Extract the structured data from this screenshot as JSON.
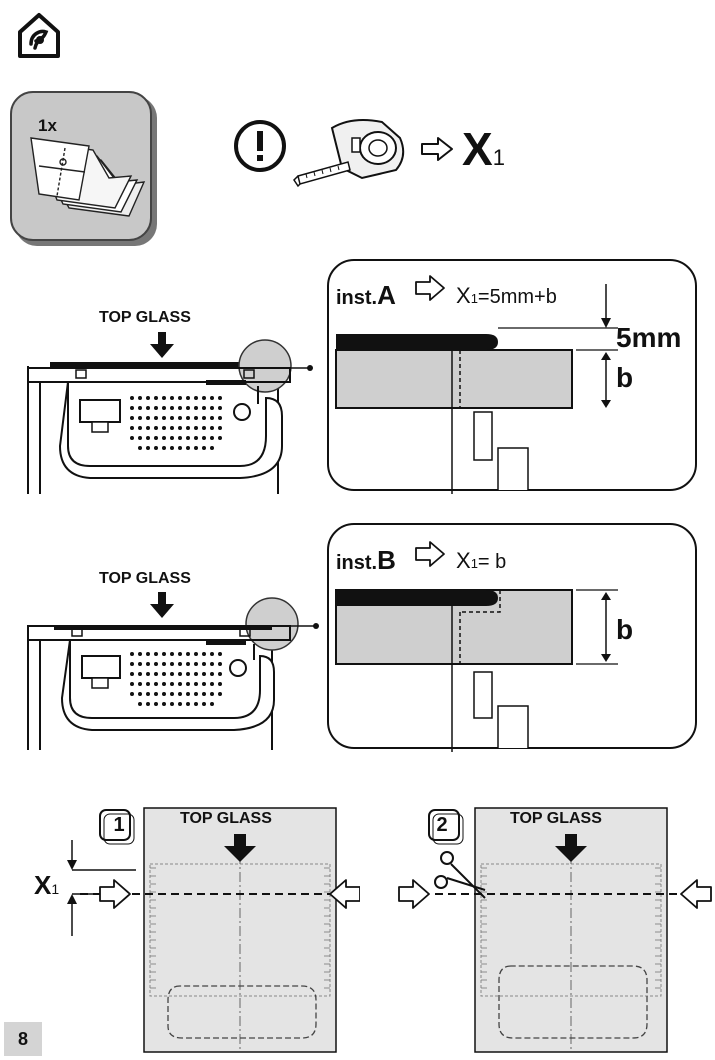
{
  "page_number": "8",
  "header": {
    "icon": "house-leaf-icon"
  },
  "kit": {
    "quantity_label": "1x",
    "icon": "template-sheets-icon"
  },
  "measure": {
    "symbol": "X",
    "subscript": "1",
    "icons": [
      "warning-circle-icon",
      "tape-measure-icon",
      "arrow-right-outline-icon"
    ]
  },
  "install_a": {
    "top_glass_label": "TOP GLASS",
    "inst_prefix": "inst.",
    "inst_letter": "A",
    "formula_symbol": "X",
    "formula_sub": "1",
    "formula_text": "=5mm+b",
    "dim_top": "5mm",
    "dim_b": "b"
  },
  "install_b": {
    "top_glass_label": "TOP GLASS",
    "inst_prefix": "inst.",
    "inst_letter": "B",
    "formula_symbol": "X",
    "formula_sub": "1",
    "formula_text": "= b",
    "dim_b": "b"
  },
  "step1": {
    "number": "1",
    "top_glass_label": "TOP GLASS",
    "x_symbol": "X",
    "x_sub": "1"
  },
  "step2": {
    "number": "2",
    "top_glass_label": "TOP GLASS"
  }
}
